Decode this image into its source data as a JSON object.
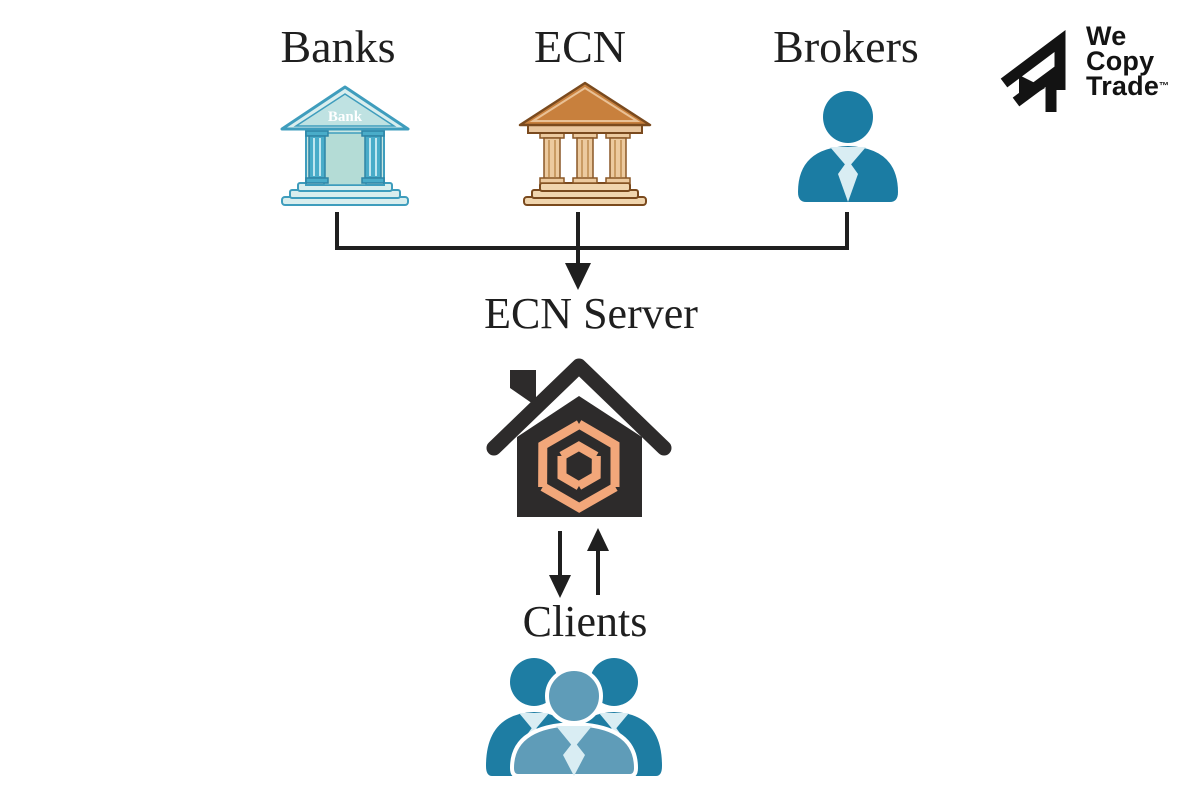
{
  "diagram": {
    "top_nodes": [
      {
        "id": "banks",
        "label": "Banks",
        "icon": "bank-building-icon"
      },
      {
        "id": "ecn",
        "label": "ECN",
        "icon": "ecn-building-icon"
      },
      {
        "id": "brokers",
        "label": "Brokers",
        "icon": "broker-person-icon"
      }
    ],
    "bank_sign_text": "Bank",
    "server_node": {
      "label": "ECN Server",
      "icon": "ecn-server-house-icon"
    },
    "clients_node": {
      "label": "Clients",
      "icon": "clients-group-icon"
    },
    "edges": [
      {
        "from": "banks",
        "to": "ecn-server",
        "style": "arrow-down"
      },
      {
        "from": "ecn",
        "to": "ecn-server",
        "style": "arrow-down"
      },
      {
        "from": "brokers",
        "to": "ecn-server",
        "style": "arrow-down"
      },
      {
        "from": "ecn-server",
        "to": "clients",
        "style": "arrow-down"
      },
      {
        "from": "clients",
        "to": "ecn-server",
        "style": "arrow-up"
      }
    ]
  },
  "logo": {
    "line1": "We",
    "line2": "Copy",
    "line3": "Trade",
    "trademark": "™",
    "icon": "wecopytrade-logo-icon"
  },
  "colors": {
    "line_black": "#1f1f1f",
    "bank_outline": "#3f9dbd",
    "bank_fill_light": "#d9eeee",
    "bank_fill_mid": "#bfe2e2",
    "bank_door": "#b4dcd6",
    "bank_column": "#49acc9",
    "ecn_outline": "#7a4a1e",
    "ecn_pediment": "#c8803d",
    "ecn_column": "#ecca9f",
    "ecn_steps": "#f0d5ae",
    "person_teal": "#1b7ca3",
    "person_front_blue": "#5f9cb8",
    "tie_light": "#d9edf3",
    "house_dark": "#2d2b2b",
    "emblem_orange": "#f2a77a"
  }
}
